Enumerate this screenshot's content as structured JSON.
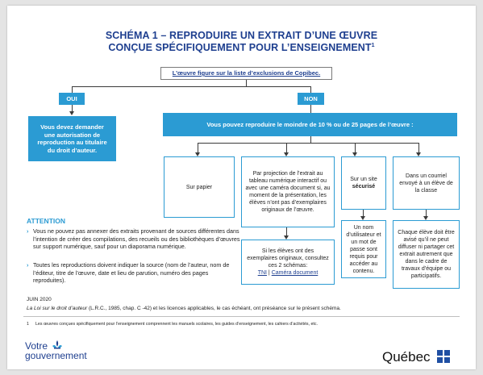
{
  "title": {
    "line1": "SCHÉMA 1 – REPRODUIRE UN EXTRAIT D’UNE ŒUVRE",
    "line2": "CONÇUE SPÉCIFIQUEMENT POUR L’ENSEIGNEMENT",
    "footnote_mark": "1"
  },
  "exclusion_box": "L’œuvre figure sur la liste d’exclusions de Copibec.",
  "oui": {
    "label": "OUI",
    "box": "Vous devez demander une autorisation de reproduction au titulaire du droit d’auteur."
  },
  "non": {
    "label": "NON",
    "box": "Vous pouvez reproduire le moindre de 10 % ou de 25 pages de l’œuvre :"
  },
  "options": {
    "paper": "Sur papier",
    "projection": "Par projection de l’extrait au tableau numérique interactif ou avec une caméra document si, au moment de la présentation, les élèves n’ont pas d’exemplaires originaux de l’œuvre.",
    "projection_follow": "Si les élèves ont des exemplaires originaux, consultez ces 2 schémas:",
    "link_tni": "TNI",
    "link_sep": "|",
    "link_camera": "Caméra document",
    "site_prefix": "Sur un site",
    "site_bold": "sécurisé",
    "site_follow": "Un nom d’utilisateur et un mot de passe sont requis pour accéder au contenu.",
    "email": "Dans un courriel envoyé à un élève de la classe",
    "email_follow": "Chaque élève doit être avisé qu’il ne peut diffuser ni partager cet extrait autrement que dans le cadre de travaux d’équipe ou participatifs."
  },
  "attention": {
    "title": "ATTENTION",
    "bullet_mark": "›",
    "bullet1": "Vous ne pouvez pas annexer des extraits provenant de sources différentes dans l’intention de créer des compilations, des recueils ou des bibliothèques d’œuvres sur support numérique, sauf pour un diaporama numérique.",
    "bullet2": "Toutes les reproductions doivent indiquer la source (nom de l’auteur, nom de l’éditeur, titre de l’œuvre, date et lieu de parution, numéro des pages reproduites)."
  },
  "date": "JUIN 2020",
  "law_italic": "La Loi sur le droit d’auteur",
  "law_rest": " (L.R.C., 1985, chap. C -42) et les licences applicables, le cas échéant, ont préséance sur le présent schéma.",
  "footnote_num": "1",
  "footnote": "Les œuvres conçues spécifiquement pour l’enseignement comprennent les manuels scolaires, les guides d’enseignement, les cahiers d’activités, etc.",
  "logo_left_line1": "Votre",
  "logo_left_line2": "gouvernement",
  "logo_right": "Québec",
  "colors": {
    "accent": "#2b9bd3",
    "title": "#1e3f8f"
  }
}
